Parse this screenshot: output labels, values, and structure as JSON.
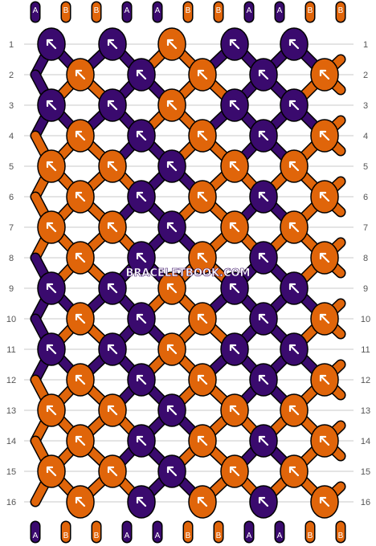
{
  "watermark": "BRACELETBOOK.COM",
  "colors": {
    "A": "#3a0a6e",
    "B": "#e0650a",
    "outline": "#000000",
    "grid": "#c8c8c8",
    "arrow": "#ffffff"
  },
  "strings_top": [
    "A",
    "B",
    "B",
    "A",
    "A",
    "B",
    "B",
    "A",
    "A",
    "B",
    "B"
  ],
  "strings_bottom": [
    "A",
    "B",
    "B",
    "A",
    "A",
    "B",
    "B",
    "A",
    "A",
    "B",
    "B"
  ],
  "row_labels": [
    "1",
    "2",
    "3",
    "4",
    "5",
    "6",
    "7",
    "8",
    "9",
    "10",
    "11",
    "12",
    "13",
    "14",
    "15",
    "16"
  ],
  "knots": [
    [
      "A",
      "A",
      "B",
      "A",
      "A"
    ],
    [
      "B",
      "A",
      "B",
      "A",
      "B"
    ],
    [
      "A",
      "A",
      "B",
      "A",
      "A"
    ],
    [
      "B",
      "A",
      "B",
      "A",
      "B"
    ],
    [
      "B",
      "B",
      "A",
      "B",
      "B"
    ],
    [
      "B",
      "A",
      "B",
      "A",
      "B"
    ],
    [
      "B",
      "B",
      "A",
      "B",
      "B"
    ],
    [
      "B",
      "A",
      "B",
      "A",
      "B"
    ],
    [
      "A",
      "A",
      "B",
      "A",
      "A"
    ],
    [
      "B",
      "A",
      "B",
      "A",
      "B"
    ],
    [
      "A",
      "A",
      "B",
      "A",
      "A"
    ],
    [
      "B",
      "A",
      "B",
      "A",
      "B"
    ],
    [
      "B",
      "B",
      "A",
      "B",
      "B"
    ],
    [
      "B",
      "A",
      "B",
      "A",
      "B"
    ],
    [
      "B",
      "B",
      "A",
      "B",
      "B"
    ],
    [
      "B",
      "A",
      "B",
      "A",
      "B"
    ]
  ],
  "knot_types": [
    [
      "f",
      "f",
      "f",
      "f",
      "f"
    ],
    [
      "f",
      "f",
      "f",
      "f",
      "f"
    ],
    [
      "f",
      "f",
      "f",
      "f",
      "f"
    ],
    [
      "f",
      "f",
      "f",
      "f",
      "f"
    ],
    [
      "f",
      "f",
      "f",
      "f",
      "f"
    ],
    [
      "f",
      "f",
      "f",
      "f",
      "f"
    ],
    [
      "f",
      "f",
      "f",
      "f",
      "f"
    ],
    [
      "f",
      "f",
      "f",
      "f",
      "f"
    ],
    [
      "f",
      "f",
      "f",
      "f",
      "f"
    ],
    [
      "f",
      "f",
      "f",
      "f",
      "f"
    ],
    [
      "f",
      "f",
      "f",
      "f",
      "f"
    ],
    [
      "f",
      "f",
      "f",
      "f",
      "f"
    ],
    [
      "f",
      "f",
      "f",
      "f",
      "f"
    ],
    [
      "f",
      "f",
      "f",
      "f",
      "f"
    ],
    [
      "f",
      "f",
      "f",
      "f",
      "f"
    ],
    [
      "f",
      "f",
      "f",
      "f",
      "f"
    ]
  ]
}
